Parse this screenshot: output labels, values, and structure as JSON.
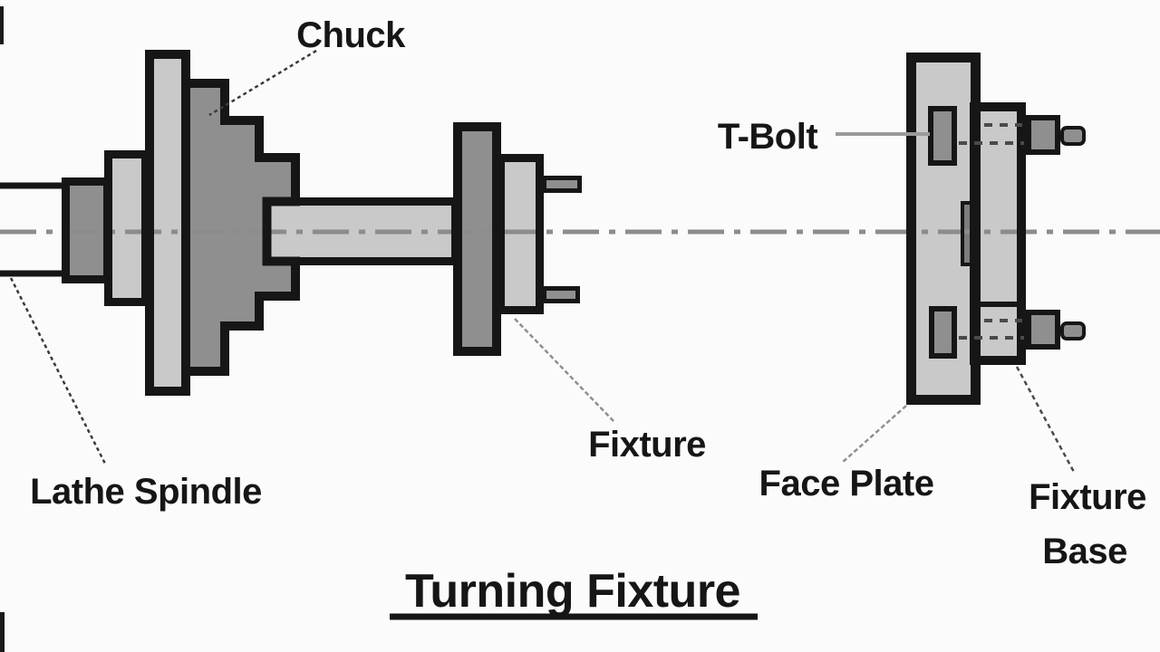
{
  "figure": {
    "title": "Turning Fixture"
  },
  "labels": {
    "chuck": "Chuck",
    "t_bolt": "T-Bolt",
    "lathe_spindle": "Lathe Spindle",
    "fixture": "Fixture",
    "face_plate": "Face Plate",
    "fixture_base": {
      "line1": "Fixture",
      "line2": "Base"
    }
  },
  "colors": {
    "background": "#fbfbfb",
    "ink": "#161616",
    "part_dark": "#8f8f8f",
    "part_light": "#c9c9c9",
    "spigot": "#7d7d7d",
    "centerline": "#8c8c8c",
    "leader_gray": "#8f8f8f",
    "hidden_line": "#4a4a4a"
  }
}
